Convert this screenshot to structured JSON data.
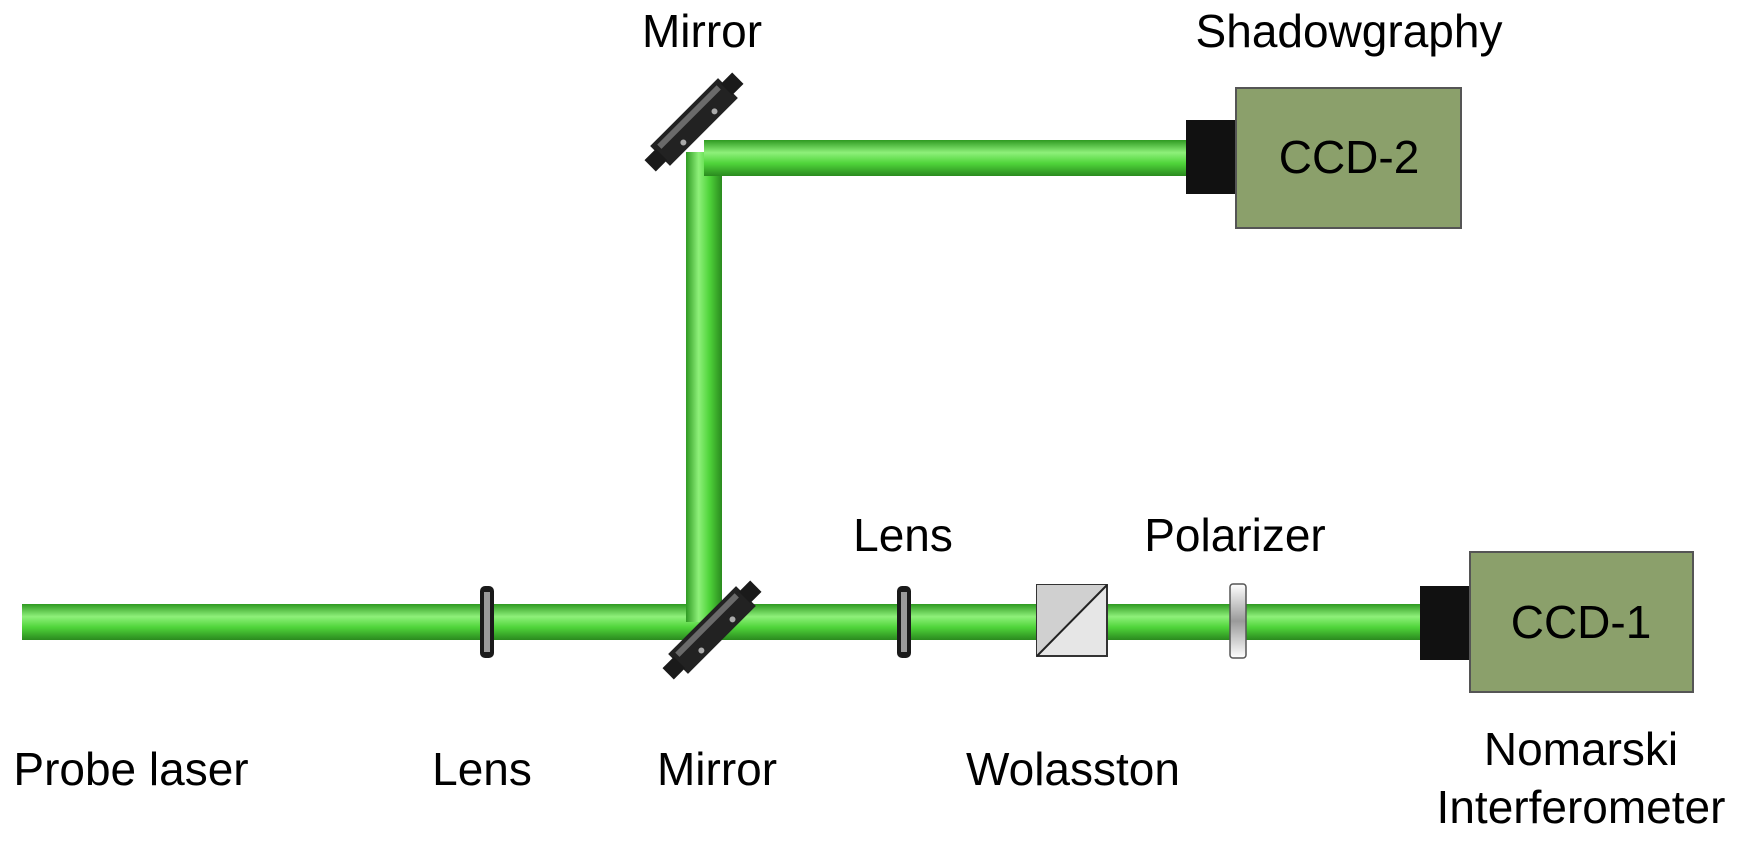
{
  "labels": {
    "mirror_top": "Mirror",
    "shadowgraphy": "Shadowgraphy",
    "lens_right": "Lens",
    "polarizer": "Polarizer",
    "probe_laser": "Probe laser",
    "lens_left": "Lens",
    "mirror_bottom": "Mirror",
    "wolasston": "Wolasston",
    "nomarski_line1": "Nomarski",
    "nomarski_line2": "Interferometer"
  },
  "cameras": {
    "ccd1": "CCD-1",
    "ccd2": "CCD-2"
  },
  "colors": {
    "beam": "#4fd43a",
    "beam_light": "#8ef07a",
    "beam_dark": "#2f9a22",
    "camera_body": "#8ba06b",
    "camera_lens": "#111111",
    "mount": "#222222"
  }
}
